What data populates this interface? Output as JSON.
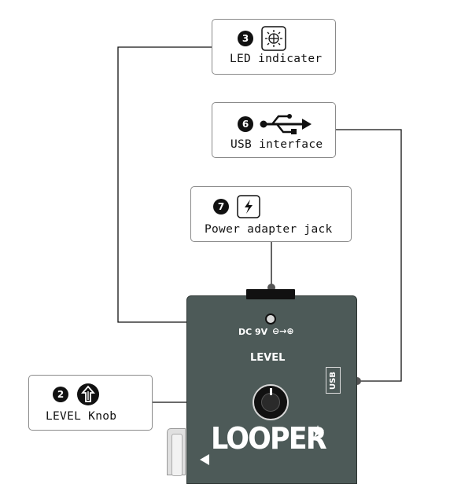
{
  "callouts": {
    "led": {
      "number": "3",
      "label": "LED indicater",
      "icon": "led-light-icon"
    },
    "usb": {
      "number": "6",
      "label": "USB interface",
      "icon": "usb-icon"
    },
    "power": {
      "number": "7",
      "label": "Power adapter jack",
      "icon": "lightning-bolt-icon"
    },
    "level": {
      "number": "2",
      "label": "LEVEL Knob",
      "icon": "knob-arrow-icon"
    }
  },
  "pedal": {
    "dc_label": "DC 9V",
    "polarity": "⊖→⊕",
    "level_label": "LEVEL",
    "brand": "LOOPER",
    "usb_label": "USB",
    "colors": {
      "body": "#4d5a58",
      "text": "#ffffff"
    }
  }
}
